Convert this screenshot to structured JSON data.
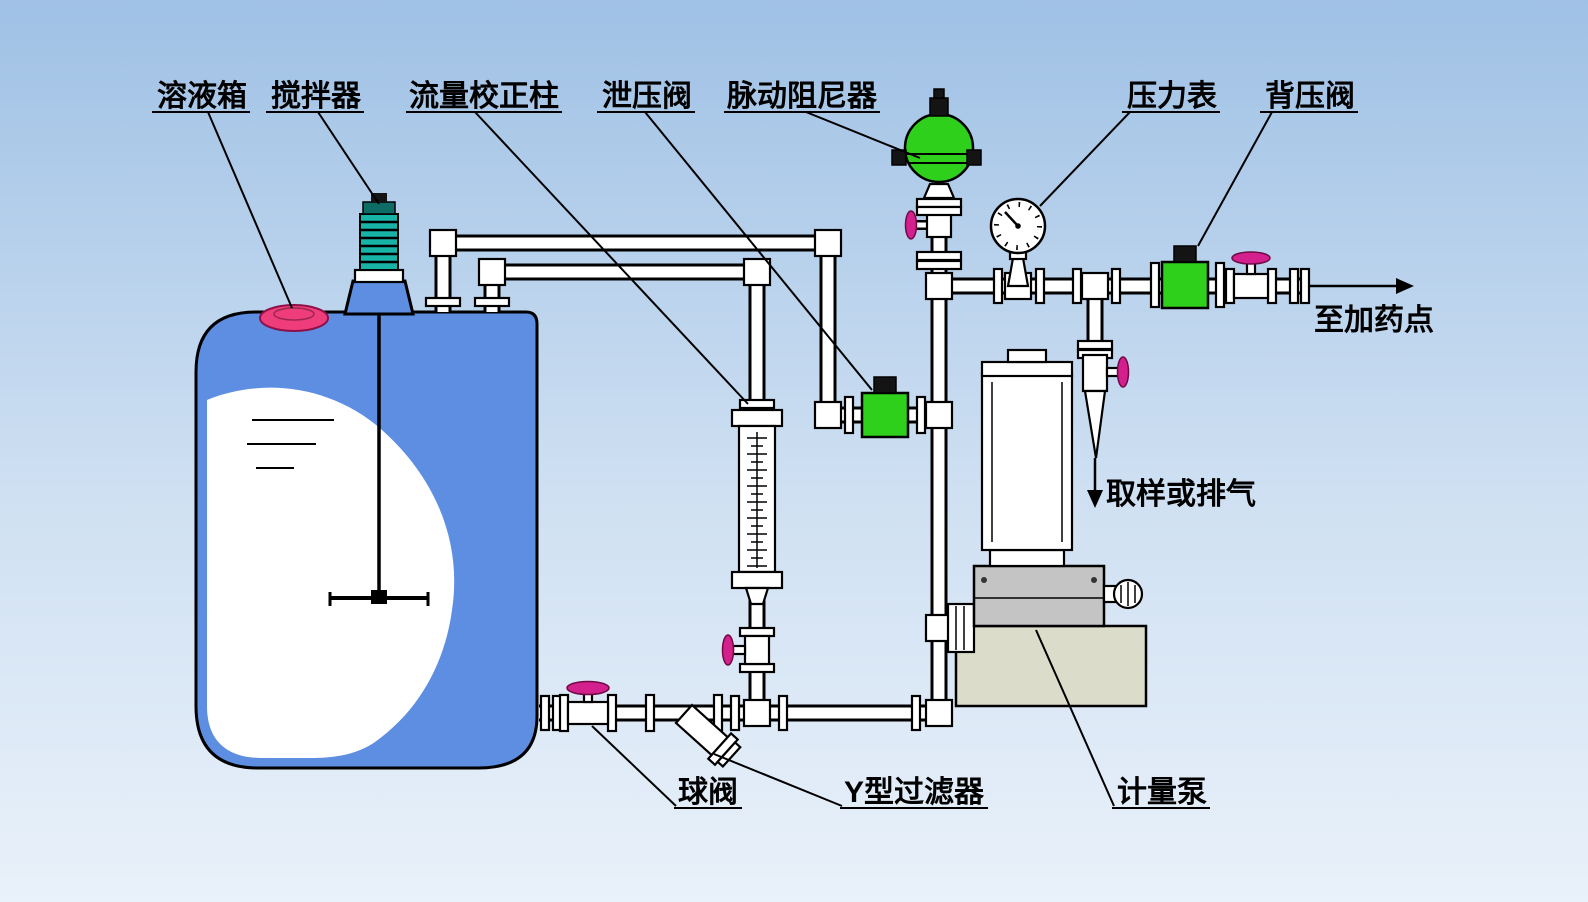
{
  "diagram": {
    "type": "piping-schematic",
    "labels": {
      "solution_tank": "溶液箱",
      "agitator": "搅拌器",
      "calibration_column": "流量校正柱",
      "relief_valve": "泄压阀",
      "pulsation_dampener": "脉动阻尼器",
      "pressure_gauge": "压力表",
      "back_pressure_valve": "背压阀",
      "to_dosing_point": "至加药点",
      "sampling_or_vent": "取样或排气",
      "ball_valve": "球阀",
      "y_strainer": "Y型过滤器",
      "metering_pump": "计量泵"
    },
    "colors": {
      "background_top": "#9fc1e5",
      "background_mid": "#cfe0f2",
      "background_bottom": "#e9f1fa",
      "tank_blue": "#5d8ee2",
      "component_green": "#2fd01c",
      "handle_magenta": "#d4208c",
      "pink_cap": "#ee3d7a",
      "motor_teal": "#16b3a6",
      "pump_base_beige": "#dcdcca",
      "pump_gray": "#c4c4c4",
      "outline_black": "#000000"
    }
  }
}
